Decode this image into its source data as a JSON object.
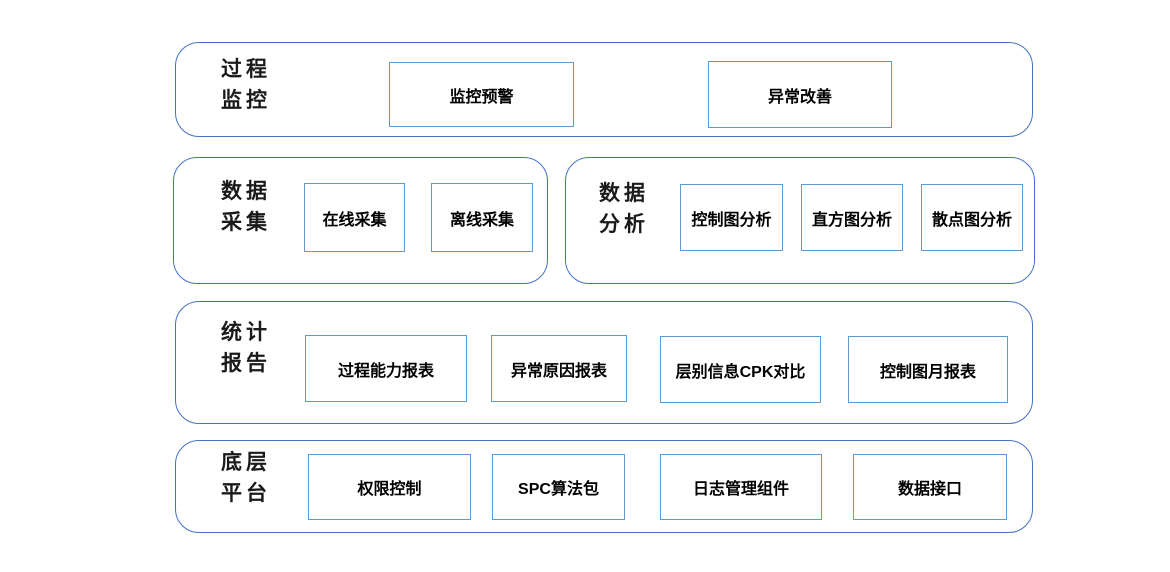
{
  "colors": {
    "container_border": "#4472c4",
    "box_border": "#5b9bd5",
    "text": "#000000"
  },
  "layers": [
    {
      "id": "process-monitoring",
      "label_lines": [
        "过程",
        "监控"
      ],
      "boxes": [
        "监控预警",
        "异常改善"
      ]
    },
    {
      "id": "data-collection",
      "label_lines": [
        "数据",
        "采集"
      ],
      "boxes": [
        "在线采集",
        "离线采集"
      ]
    },
    {
      "id": "data-analysis",
      "label_lines": [
        "数据",
        "分析"
      ],
      "boxes": [
        "控制图分析",
        "直方图分析",
        "散点图分析"
      ]
    },
    {
      "id": "statistics-report",
      "label_lines": [
        "统计",
        "报告"
      ],
      "boxes": [
        "过程能力报表",
        "异常原因报表",
        "层别信息CPK对比",
        "控制图月报表"
      ]
    },
    {
      "id": "base-platform",
      "label_lines": [
        "底层",
        "平台"
      ],
      "boxes": [
        "权限控制",
        "SPC算法包",
        "日志管理组件",
        "数据接口"
      ]
    }
  ]
}
